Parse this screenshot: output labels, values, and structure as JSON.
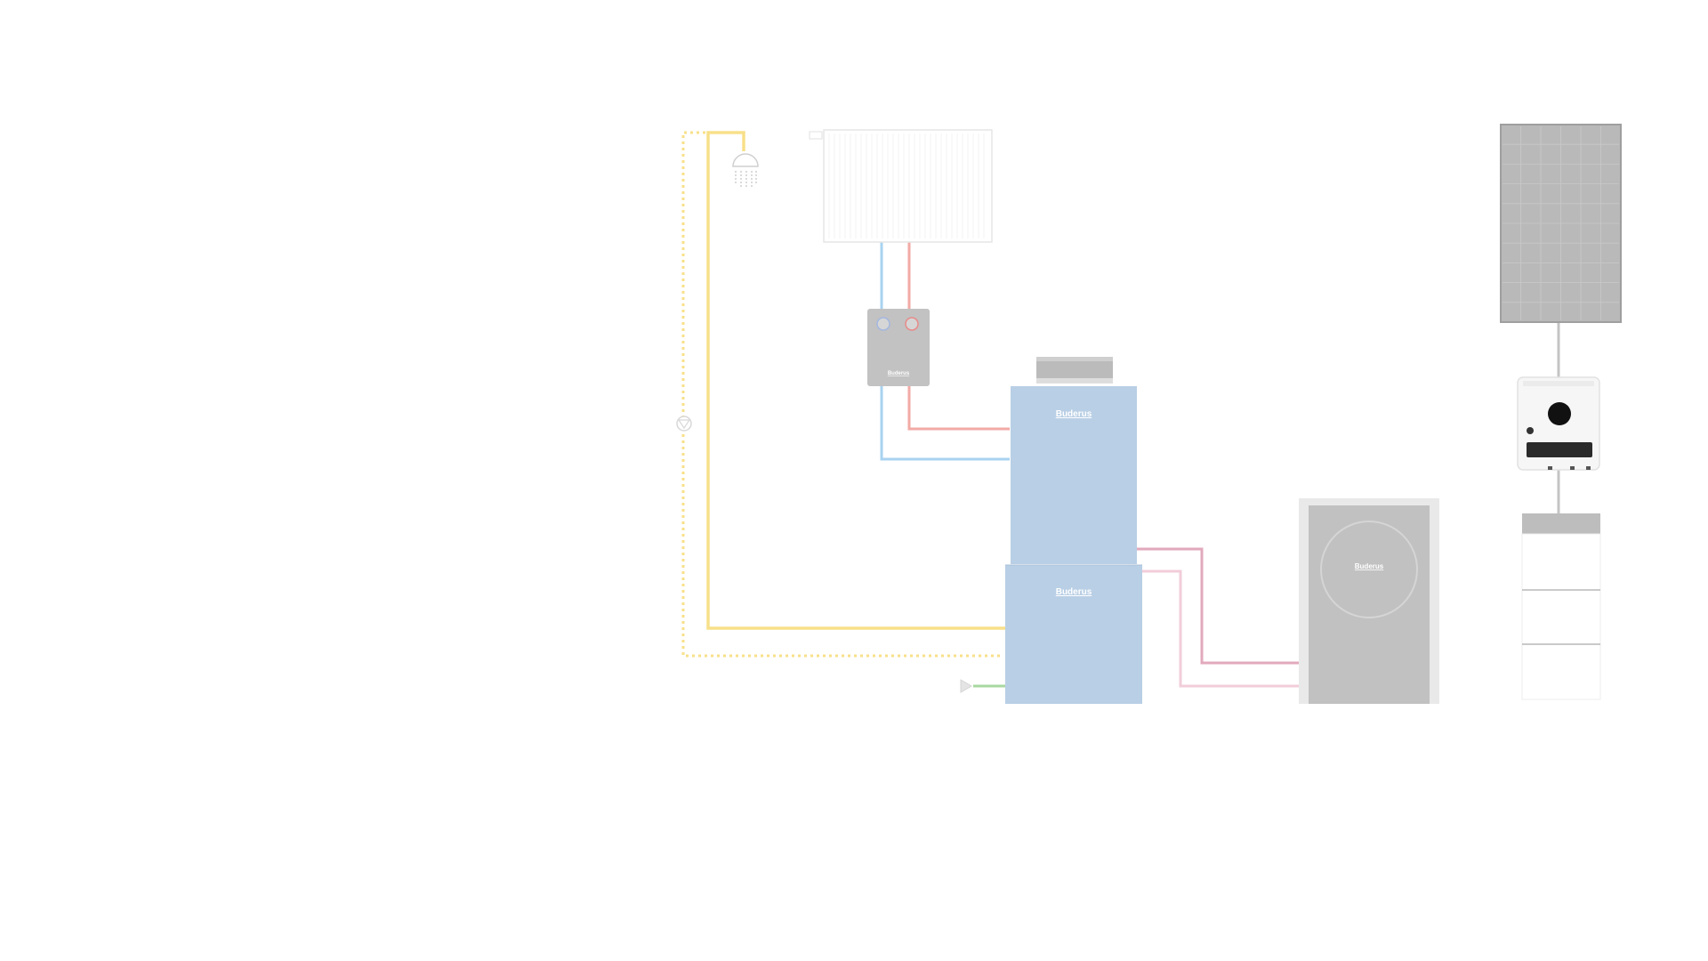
{
  "components": {
    "buffer_tank": {
      "brand": "Buderus"
    },
    "water_heater": {
      "brand": "Buderus"
    },
    "mixing_unit": {
      "brand": "Buderus"
    },
    "heat_pump": {
      "brand": "Buderus"
    }
  },
  "colors": {
    "drinking_water": "#f8e08a",
    "heating_supply": "#f2aaa5",
    "heating_return": "#a9d3f0",
    "cold_water": "#a8d8a0",
    "heat_pump_supply": "#e2a9bc",
    "heat_pump_return": "#f1cdd9",
    "tank": "#b9cfe5",
    "device_grey": "#c1c1c1",
    "frame_grey": "#e8e8e8"
  }
}
